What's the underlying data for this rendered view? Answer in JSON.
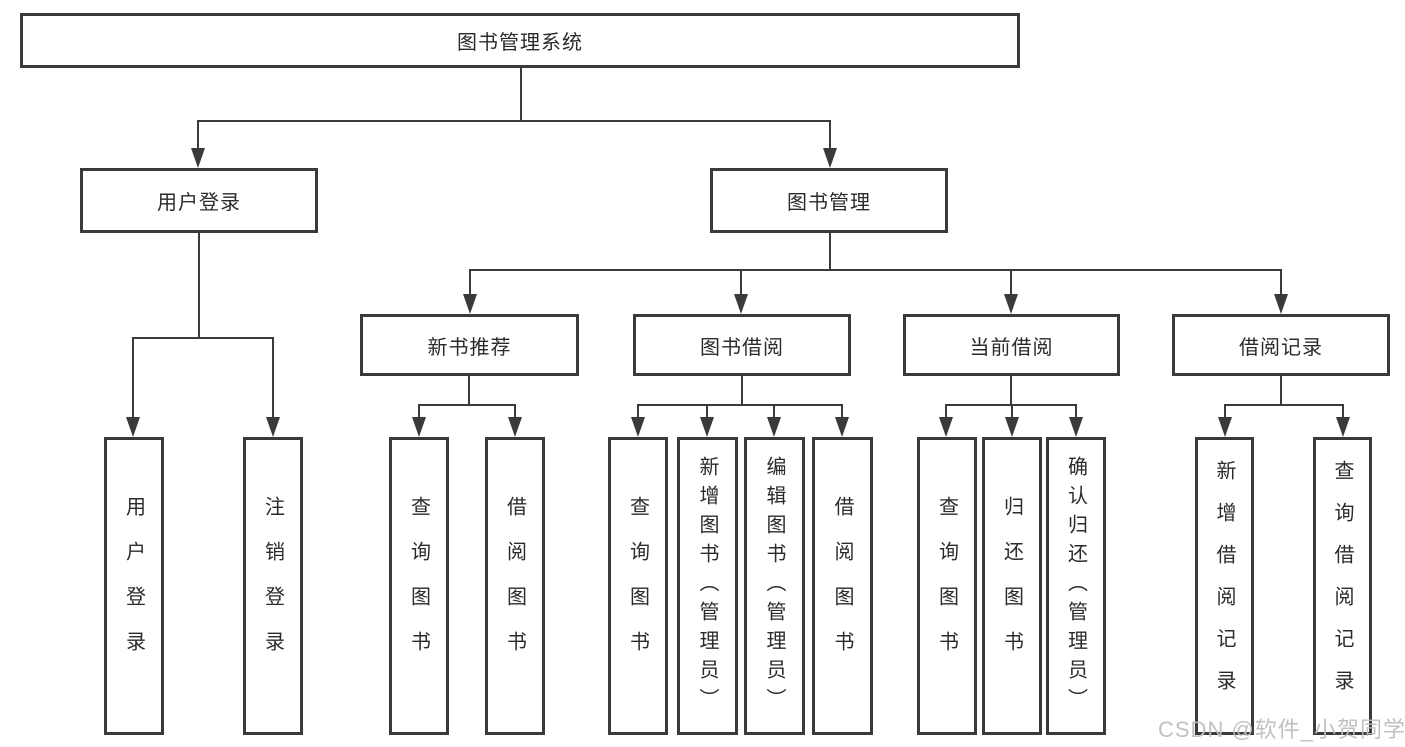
{
  "diagram": {
    "title": "图书管理系统",
    "level2": {
      "user_login": "用户登录",
      "book_management": "图书管理"
    },
    "level3": {
      "new_book_recommend": "新书推荐",
      "book_borrow": "图书借阅",
      "current_borrow": "当前借阅",
      "borrow_records": "借阅记录"
    },
    "leaves": {
      "login": [
        "用户登录",
        "注销登录"
      ],
      "newbook": [
        "查询图书",
        "借阅图书"
      ],
      "borrow": [
        "查询图书",
        "新增图书（管理员）",
        "编辑图书（管理员）",
        "借阅图书"
      ],
      "current": [
        "查询图书",
        "归还图书",
        "确认归还（管理员）"
      ],
      "records": [
        "新增借阅记录",
        "查询借阅记录"
      ]
    },
    "colors": {
      "line": "#3a3a3a",
      "box_border": "#3a3a3a",
      "text": "#2b2b2b",
      "watermark": "#bebebe"
    },
    "watermark": "CSDN @软件_小贺同学"
  }
}
